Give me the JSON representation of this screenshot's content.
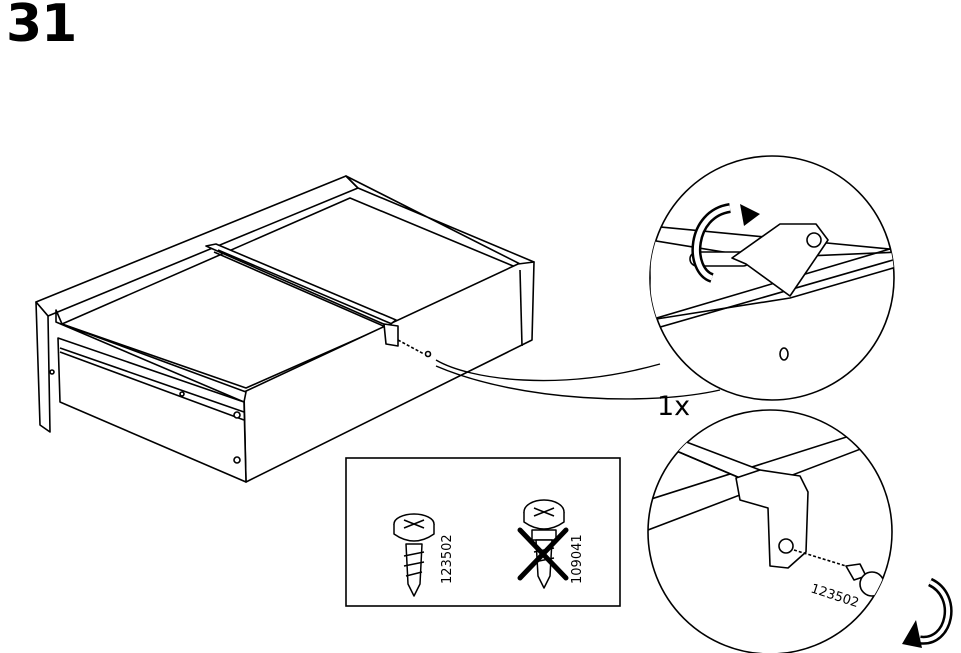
{
  "step": {
    "number": "31"
  },
  "detail": {
    "quantity": "1x"
  },
  "screws": {
    "correct": {
      "part_number": "123502"
    },
    "wrong": {
      "part_number": "109041"
    },
    "callout": {
      "part_number": "123502"
    }
  }
}
